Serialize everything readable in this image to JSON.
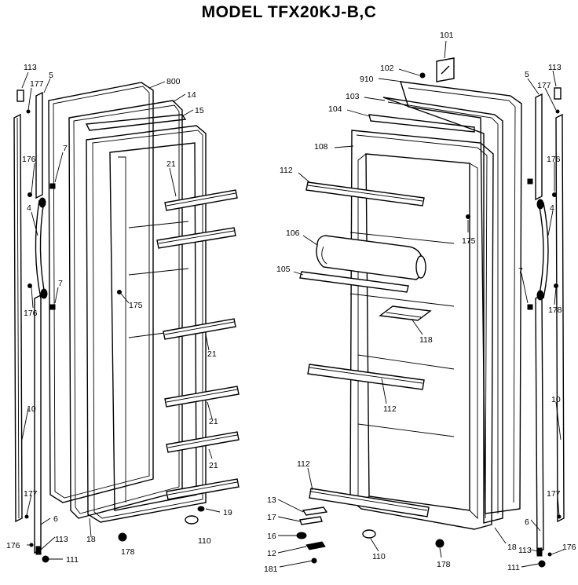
{
  "title": "MODEL TFX20KJ-B,C",
  "labels": {
    "l113": "113",
    "l5": "5",
    "l800": "800",
    "l177": "177",
    "l14": "14",
    "l15": "15",
    "l7a": "7",
    "l176a": "176",
    "l21a": "21",
    "l4": "4",
    "l7b": "7",
    "l176b": "176",
    "l175": "175",
    "l21b": "21",
    "l10": "10",
    "l21c": "21",
    "l21d": "21",
    "l177b": "177",
    "l6": "6",
    "l113b": "113",
    "l176c": "176",
    "l111": "111",
    "l18": "18",
    "l178": "178",
    "l110": "110",
    "l19": "19",
    "r101": "101",
    "r102": "102",
    "r910": "910",
    "r103": "103",
    "r104": "104",
    "r108": "108",
    "r112a": "112",
    "r106": "106",
    "r105": "105",
    "r175": "175",
    "r118": "118",
    "r112b": "112",
    "r112c": "112",
    "r13": "13",
    "r17": "17",
    "r16": "16",
    "r12": "12",
    "r181": "181",
    "r110": "110",
    "r178": "178",
    "r18": "18",
    "r5": "5",
    "r113": "113",
    "r177": "177",
    "r176": "176",
    "r4": "4",
    "r7": "7",
    "r178b": "178",
    "r10": "10",
    "r177b": "177",
    "r6": "6",
    "r113b": "113",
    "r176b": "176",
    "r111": "111"
  }
}
